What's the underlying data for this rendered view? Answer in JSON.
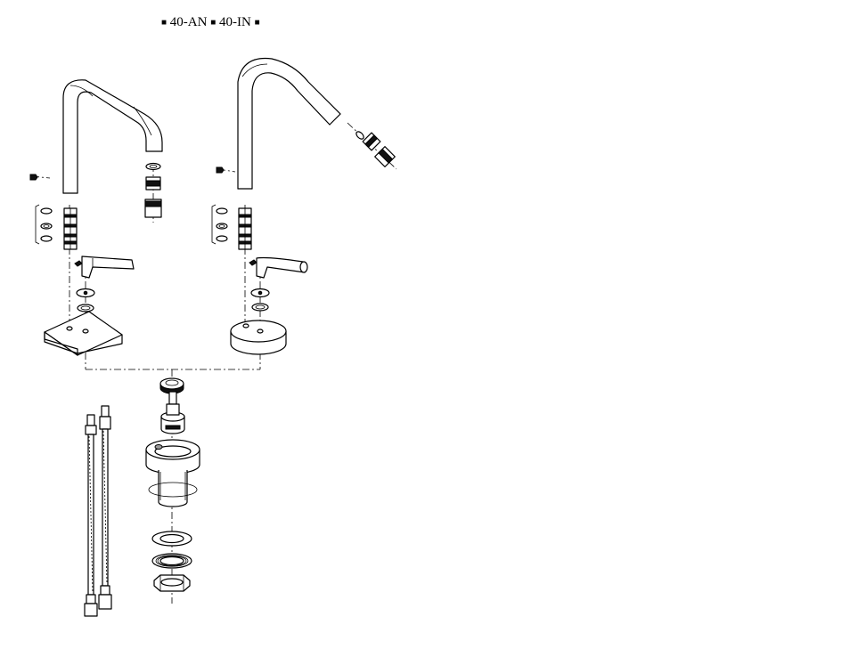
{
  "header": {
    "marker": "■",
    "models": [
      "40-AN",
      "40-IN"
    ]
  },
  "diagram": {
    "type": "exploded-parts-view",
    "line_color": "#000000",
    "background": "#ffffff"
  }
}
